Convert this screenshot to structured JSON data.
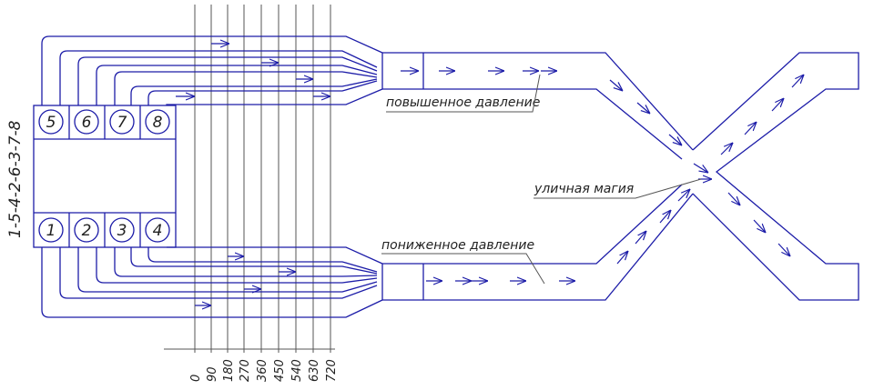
{
  "diagram": {
    "firing_order": "1-5-4-2-6-3-7-8",
    "cylinders_top": [
      "5",
      "6",
      "7",
      "8"
    ],
    "cylinders_bottom": [
      "1",
      "2",
      "3",
      "4"
    ],
    "crank_angles": [
      "0",
      "90",
      "180",
      "270",
      "360",
      "450",
      "540",
      "630",
      "720"
    ],
    "labels": {
      "high_pressure": "повышенное давление",
      "low_pressure": "пониженное давление",
      "street_magic": "уличная магия"
    },
    "colors": {
      "pipe": "#1c1ca8",
      "grid": "#555555",
      "text": "#222222"
    }
  }
}
